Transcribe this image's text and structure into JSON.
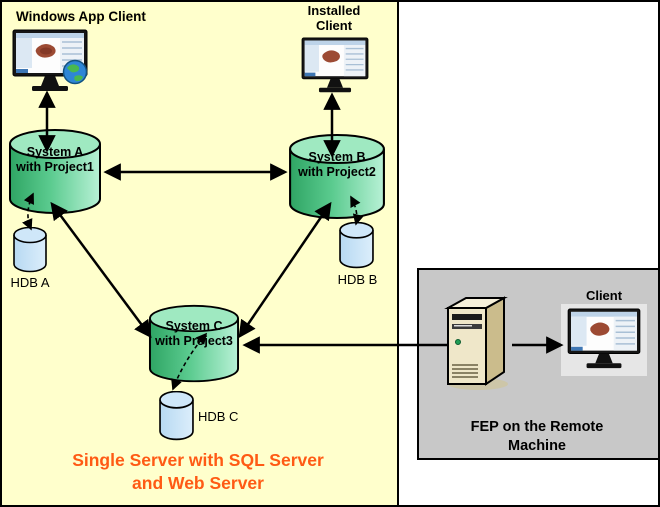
{
  "diagram": {
    "left_panel": {
      "background_color": "#FFFFCC",
      "title_color": "#FF5A14",
      "title_lines": [
        "Single Server with SQL Server",
        "and Web Server"
      ],
      "windows_app_client_label": "Windows App Client",
      "installed_client_lines": [
        "Installed",
        "Client"
      ],
      "systems": [
        {
          "lines": [
            "System A",
            "with Project1"
          ]
        },
        {
          "lines": [
            "System B",
            "with Project2"
          ]
        },
        {
          "lines": [
            "System C",
            "with Project3"
          ]
        }
      ],
      "databases": [
        {
          "label": "HDB A"
        },
        {
          "label": "HDB B"
        },
        {
          "label": "HDB C"
        }
      ]
    },
    "right_panel": {
      "background_color": "#C8C8C8",
      "client_label": "Client",
      "caption_lines": [
        "FEP on the Remote",
        "Machine"
      ]
    },
    "icons": {
      "monitor_with_globe": "windows-app-client-monitor-icon",
      "monitor": "monitor-icon",
      "server_tower": "fep-server-tower-icon",
      "database_green": "system-database-cylinder",
      "database_blue": "hdb-database-cylinder"
    },
    "colors": {
      "system_cylinder": "#3FB273",
      "hdb_cylinder": "#C7E2F7",
      "arrow": "#000000"
    }
  }
}
